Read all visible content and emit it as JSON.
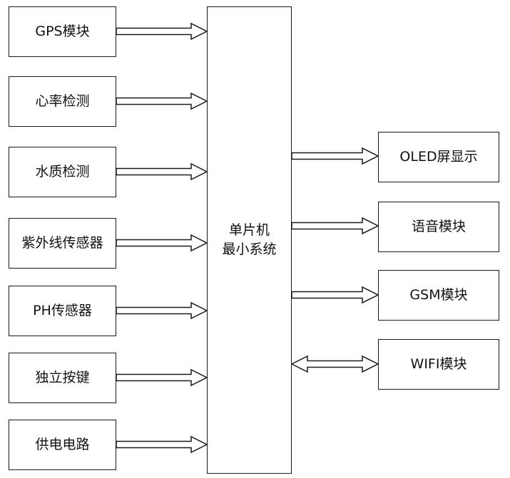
{
  "left_modules": [
    "GPS模块",
    "心率检测",
    "水质检测",
    "紫外线传感器",
    "PH传感器",
    "独立按键",
    "供电电路"
  ],
  "mcu": {
    "line1": "单片机",
    "line2": "最小系统"
  },
  "right_modules": [
    "OLED屏显示",
    "语音模块",
    "GSM模块",
    "WIFI模块"
  ],
  "colors": {
    "stroke": "#1a1a1a",
    "fill": "#ffffff"
  }
}
